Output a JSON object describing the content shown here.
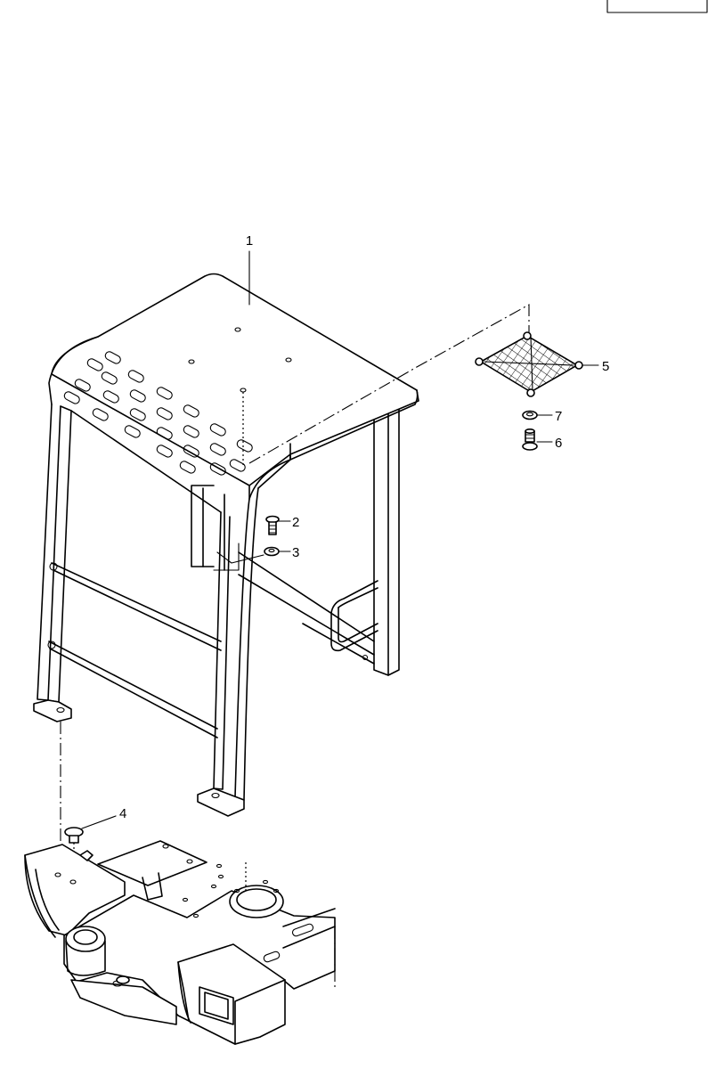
{
  "corner_box": {
    "text": ""
  },
  "callouts": [
    {
      "id": "1",
      "label": "1"
    },
    {
      "id": "2",
      "label": "2"
    },
    {
      "id": "3",
      "label": "3"
    },
    {
      "id": "4",
      "label": "4"
    },
    {
      "id": "5",
      "label": "5"
    },
    {
      "id": "6",
      "label": "6"
    },
    {
      "id": "7",
      "label": "7"
    }
  ]
}
